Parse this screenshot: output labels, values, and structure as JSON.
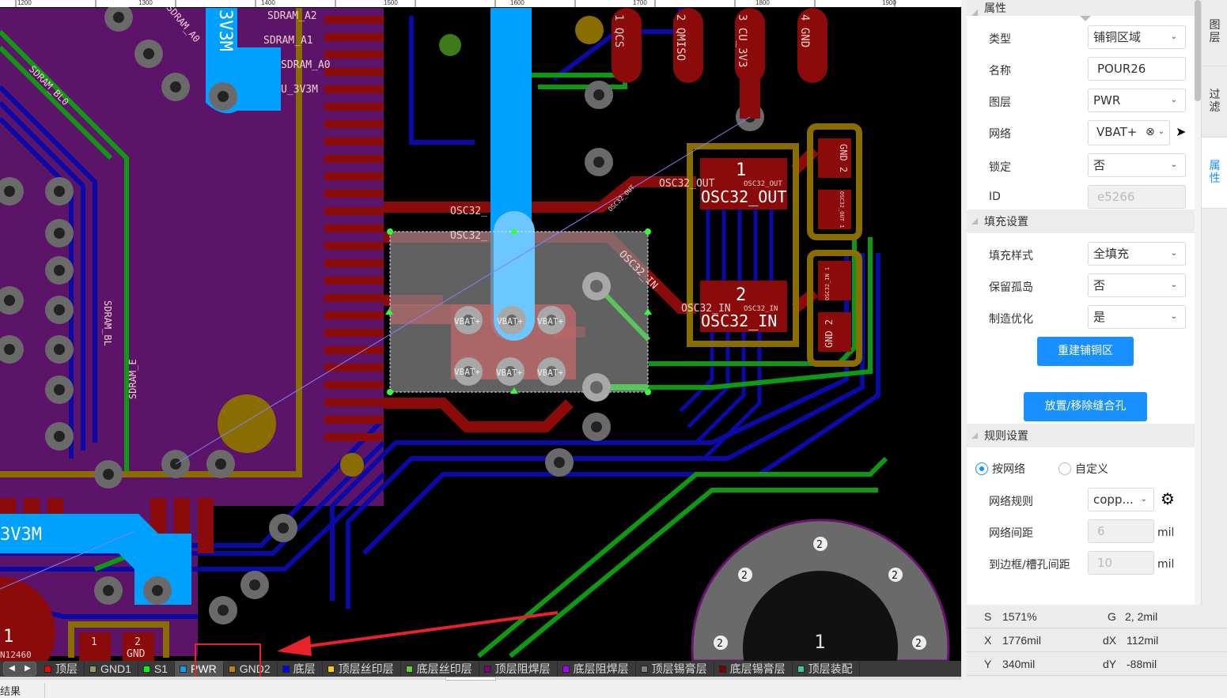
{
  "canvas": {
    "ruler_labels": [
      "1200",
      "1300",
      "1400",
      "1500",
      "1600",
      "1700",
      "1800",
      "1900"
    ],
    "labels": {
      "sdram_a2": "SDRAM_A2",
      "sdram_a1": "SDRAM_A1",
      "sdram_a0": "SDRAM_A0",
      "sdram_a0_rot": "SDRAM_A0",
      "u_3v3m": "U_3V3M",
      "big_3v3m": "3V3M",
      "sdram_bl0": "SDRAM_BL0",
      "sdram_bl": "SDRAM_BL",
      "sdram_e": "SDRAM_E",
      "osc32_a": "OSC32_",
      "osc32_b": "OSC32_",
      "osc32_out_diag": "OSC32_OUT",
      "osc32_in_diag": "OSC32_IN",
      "osc32_out_trace": "OSC32_OUT",
      "osc32_in_trace": "OSC32_IN",
      "pad1_num": "1",
      "pad1_net_small": "OSC32_OUT",
      "pad1_net": "OSC32_OUT",
      "pad2_num": "2",
      "pad2_net_small": "OSC32_IN",
      "pad2_net": "OSC32_IN",
      "vbat": [
        "VBAT+",
        "VBAT+",
        "VBAT+",
        "VBAT+",
        "VBAT+",
        "VBAT+"
      ],
      "hdr_qcs": "1 QCS",
      "hdr_qmiso": "2 QMISO",
      "hdr_cu3v3": "3 CU_3V3",
      "hdr_gnd": "4 GND",
      "cap_gnd_top": "GND 2",
      "cap_osc_top": "OSC32_OUT 1",
      "cap_osc_bot": "OSC32_IN 1",
      "cap_gnd_bot": "GND 2",
      "bottom_3v3m": "3V3M",
      "bl_pad1": "1",
      "bl_pad2": "2",
      "bl_gnd": "GND",
      "bl_big1": "1",
      "bl_net": "N12460",
      "ring_pins": [
        "2",
        "2",
        "2",
        "2",
        "2"
      ],
      "ring_center": "1"
    }
  },
  "layer_bar": {
    "nav_prev": "◀",
    "nav_next": "▶",
    "layers": [
      {
        "name": "顶层",
        "color": "#ff0000"
      },
      {
        "name": "GND1",
        "color": "#999966"
      },
      {
        "name": "S1",
        "color": "#00ff00"
      },
      {
        "name": "PWR",
        "color": "#00a0ff",
        "active": true
      },
      {
        "name": "GND2",
        "color": "#b8860b"
      },
      {
        "name": "底层",
        "color": "#0000ff"
      },
      {
        "name": "顶层丝印层",
        "color": "#ffcc00"
      },
      {
        "name": "底层丝印层",
        "color": "#66cc33"
      },
      {
        "name": "顶层阻焊层",
        "color": "#800080"
      },
      {
        "name": "底层阻焊层",
        "color": "#aa00ff"
      },
      {
        "name": "顶层锡膏层",
        "color": "#808080"
      },
      {
        "name": "底层锡膏层",
        "color": "#800000"
      },
      {
        "name": "顶层装配",
        "color": "#33cc99"
      }
    ]
  },
  "bottom_strip": {
    "label": "结果"
  },
  "panel": {
    "section_props": "属性",
    "type_label": "类型",
    "type_value": "铺铜区域",
    "name_label": "名称",
    "name_value": "POUR26",
    "layer_label": "图层",
    "layer_value": "PWR",
    "net_label": "网络",
    "net_value": "VBAT+",
    "lock_label": "锁定",
    "lock_value": "否",
    "id_label": "ID",
    "id_value": "e5266",
    "section_fill": "填充设置",
    "fill_style_label": "填充样式",
    "fill_style_value": "全填充",
    "keep_island_label": "保留孤岛",
    "keep_island_value": "否",
    "optimize_label": "制造优化",
    "optimize_value": "是",
    "rebuild_button": "重建铺铜区",
    "stitch_button": "放置/移除缝合孔",
    "section_rules": "规则设置",
    "radio_by_net": "按网络",
    "radio_custom": "自定义",
    "net_rule_label": "网络规则",
    "net_rule_value": "copp...",
    "clearance_label": "网络间距",
    "clearance_value": "6",
    "clearance_unit": "mil",
    "edge_label": "到边框/槽孔间距",
    "edge_value": "10",
    "edge_unit": "mil"
  },
  "side_tabs": [
    "图层",
    "过滤",
    "属性"
  ],
  "status": {
    "s_label": "S",
    "s_value": "1571%",
    "g_label": "G",
    "g_value": "2, 2mil",
    "x_label": "X",
    "x_value": "1776mil",
    "dx_label": "dX",
    "dx_value": "112mil",
    "y_label": "Y",
    "y_value": "340mil",
    "dy_label": "dY",
    "dy_value": "-88mil"
  },
  "colors": {
    "accent": "#1890ff",
    "pwr": "#00a0ff",
    "highlight": "#e8222a"
  }
}
